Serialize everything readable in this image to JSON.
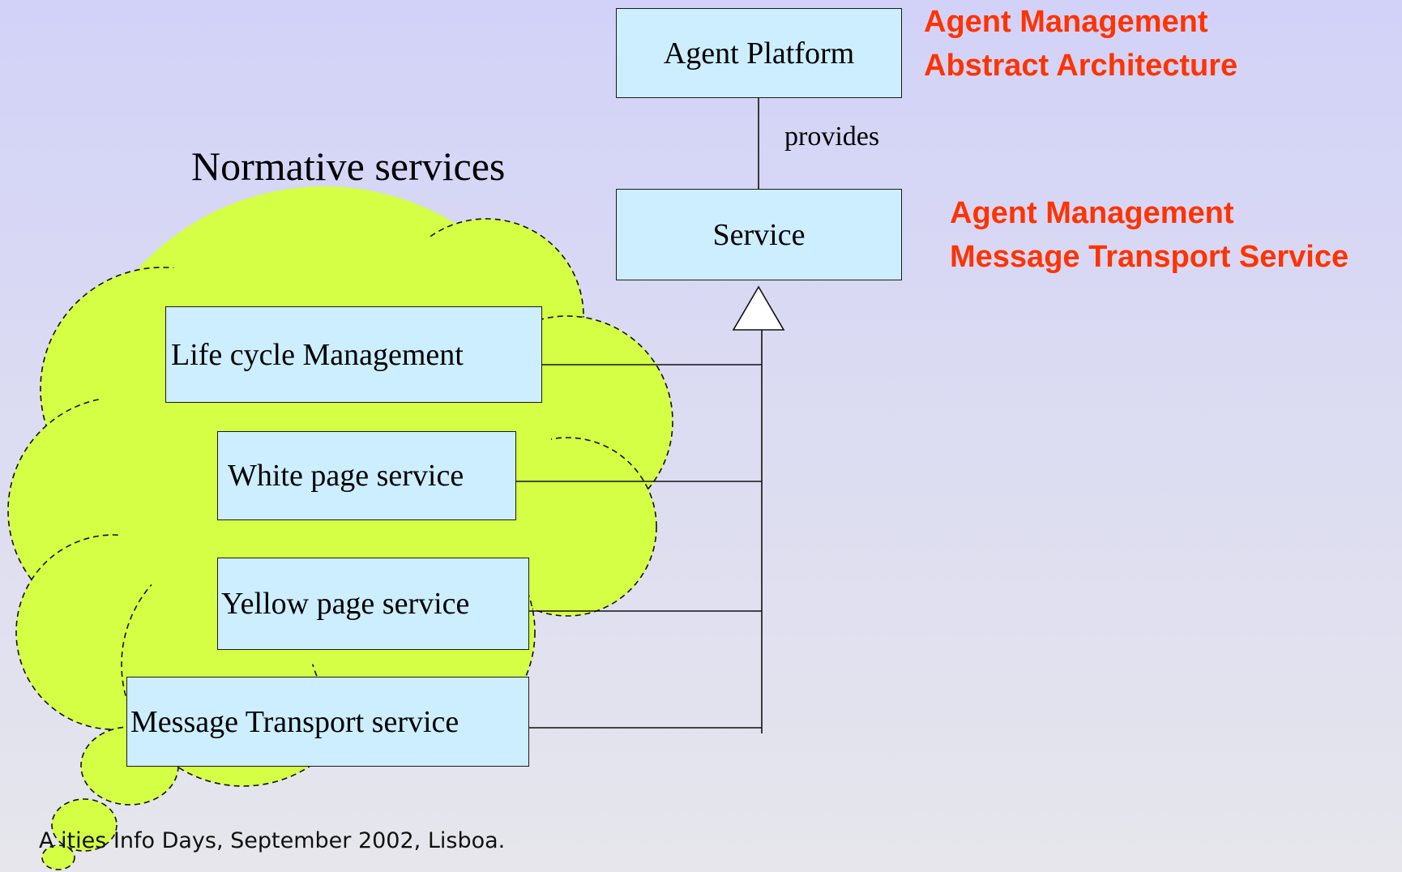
{
  "corner_labels": {
    "top": [
      "Agent Management",
      "Abstract Architecture"
    ],
    "middle": [
      "Agent Management",
      "Message Transport Service"
    ]
  },
  "heading": "Normative services",
  "boxes": {
    "agent_platform": "Agent Platform",
    "service": "Service",
    "life_cycle": "Life cycle Management",
    "white_page": "White page service",
    "yellow_page": "Yellow page service",
    "message_transport": "Message Transport service"
  },
  "relation_label": "provides",
  "footer": "A  ities Info Days, September 2002, Lisboa.",
  "colors": {
    "cloud_fill": "#d4ff44",
    "box_fill": "#cceeff",
    "accent_text": "#ff3300"
  }
}
